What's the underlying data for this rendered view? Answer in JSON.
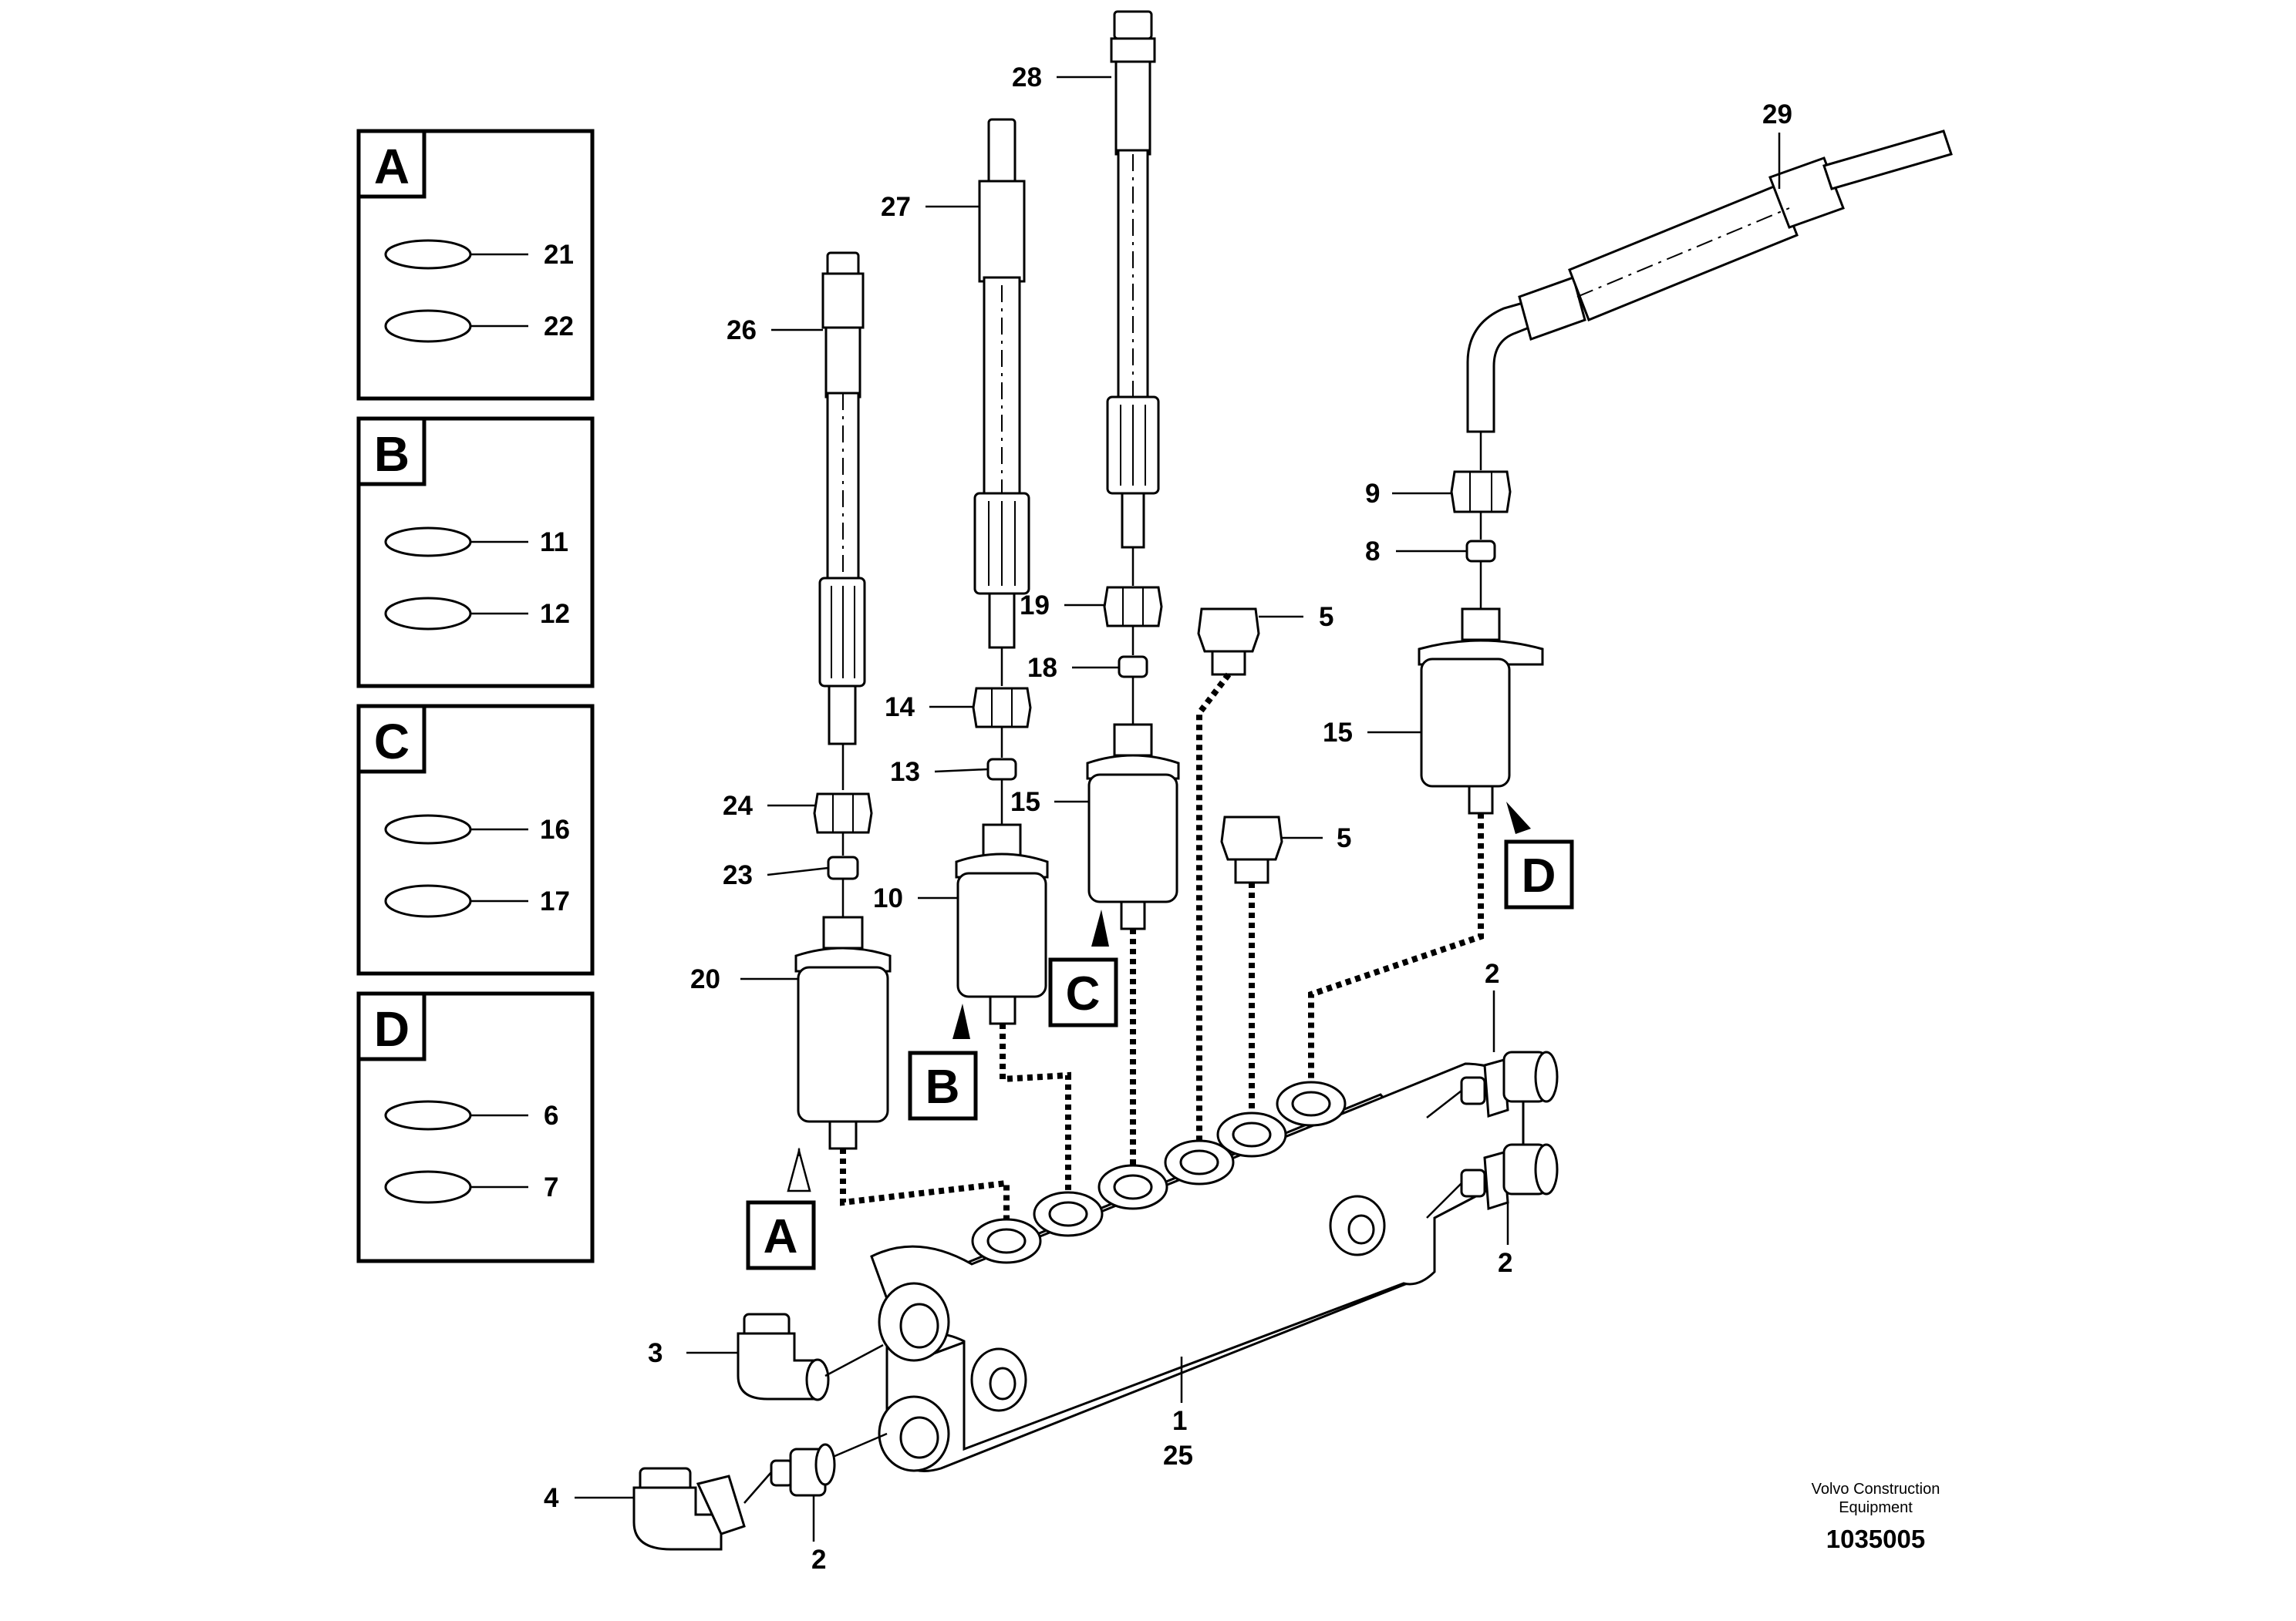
{
  "legend_boxes": [
    {
      "letter": "A",
      "rings": [
        "21",
        "22"
      ]
    },
    {
      "letter": "B",
      "rings": [
        "11",
        "12"
      ]
    },
    {
      "letter": "C",
      "rings": [
        "16",
        "17"
      ]
    },
    {
      "letter": "D",
      "rings": [
        "6",
        "7"
      ]
    }
  ],
  "callouts": [
    "A",
    "B",
    "C",
    "D"
  ],
  "labels": {
    "n26": "26",
    "n27": "27",
    "n28": "28",
    "n29": "29",
    "n24": "24",
    "n23": "23",
    "n20": "20",
    "n14": "14",
    "n13": "13",
    "n10": "10",
    "n19": "19",
    "n18": "18",
    "n15a": "15",
    "n9": "9",
    "n8": "8",
    "n15b": "15",
    "n5a": "5",
    "n5b": "5",
    "n2a": "2",
    "n2b": "2",
    "n2c": "2",
    "n3": "3",
    "n4": "4",
    "n1": "1",
    "n25": "25"
  },
  "footer": {
    "brand_line1": "Volvo Construction",
    "brand_line2": "Equipment",
    "doc_number": "1035005"
  }
}
